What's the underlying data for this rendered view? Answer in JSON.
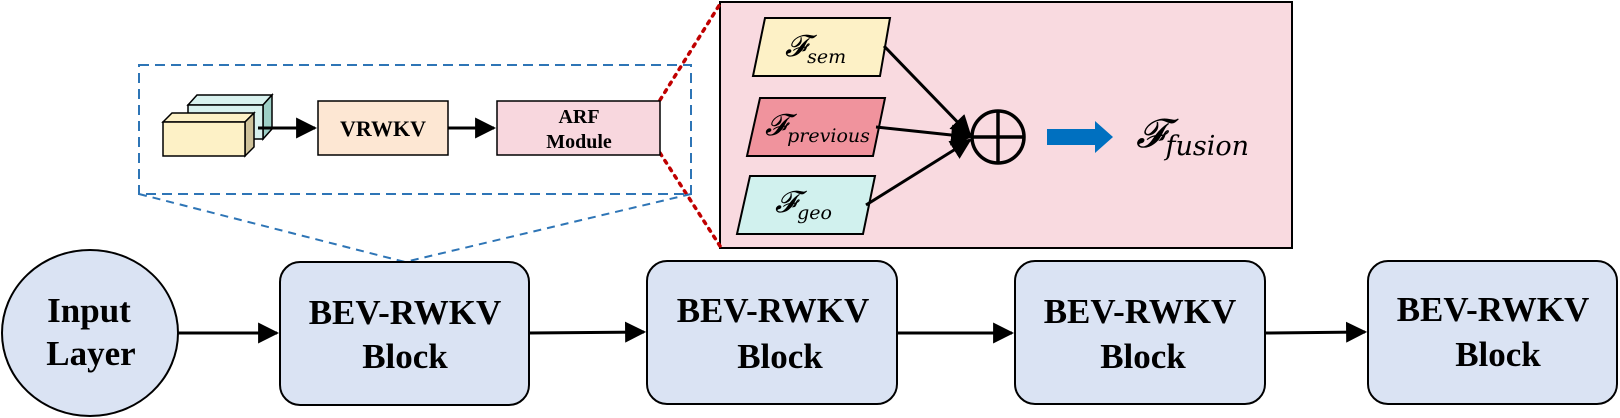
{
  "input_node": {
    "line1": "Input",
    "line2": "Layer",
    "fill": "#dae3f3"
  },
  "blocks": [
    {
      "line1": "BEV-RWKV",
      "line2": "Block"
    },
    {
      "line1": "BEV-RWKV",
      "line2": "Block"
    },
    {
      "line1": "BEV-RWKV",
      "line2": "Block"
    },
    {
      "line1": "BEV-RWKV",
      "line2": "Block"
    }
  ],
  "block_fill": "#dae3f3",
  "zoom_detail": {
    "vrwkv_label": "VRWKV",
    "arf_line1": "ARF",
    "arf_line2": "Module",
    "vrwkv_fill": "#fde7d3",
    "arf_fill": "#f8d7de",
    "feature_front_fill": "#fdf1c6",
    "feature_back_fill": "#d8f1ee",
    "border_color": "#2e75b6"
  },
  "fusion_panel": {
    "fill": "#f9dae0",
    "dotted_color": "#c00000",
    "inputs": [
      {
        "symbol": "𝓕",
        "subscript": "sem",
        "fill": "#fdf1c6"
      },
      {
        "symbol": "𝓕",
        "subscript": "previous",
        "fill": "#f0939d"
      },
      {
        "symbol": "𝓕",
        "subscript": "geo",
        "fill": "#d1f1ee"
      }
    ],
    "operator": "⊕",
    "output": {
      "symbol": "𝓕",
      "subscript": "fusion"
    },
    "arrow_color": "#0070c0"
  }
}
